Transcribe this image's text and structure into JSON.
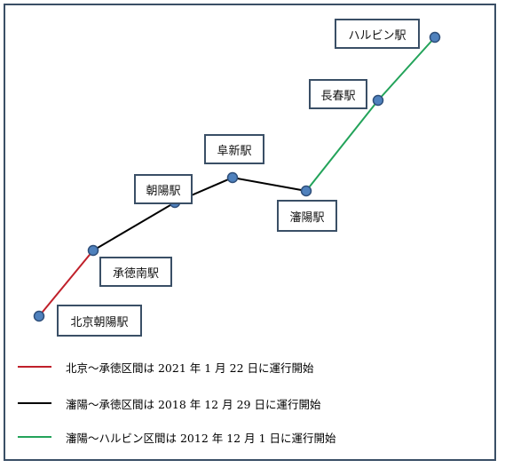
{
  "colors": {
    "frame": "#3a4f66",
    "node_fill": "#4f81bd",
    "node_stroke": "#2f4f7a",
    "red_line": "#c0202a",
    "black_line": "#000000",
    "green_line": "#23a35a"
  },
  "stations": [
    {
      "id": "beijing-chaoyang",
      "label": "北京朝陽駅"
    },
    {
      "id": "chengde-nan",
      "label": "承徳南駅"
    },
    {
      "id": "chaoyang",
      "label": "朝陽駅"
    },
    {
      "id": "fuxin",
      "label": "阜新駅"
    },
    {
      "id": "shenyang",
      "label": "瀋陽駅"
    },
    {
      "id": "changchun",
      "label": "長春駅"
    },
    {
      "id": "harbin",
      "label": "ハルビン駅"
    }
  ],
  "segments": [
    {
      "id": "beijing-chengde",
      "color": "red_line",
      "from": 0,
      "to": 1
    },
    {
      "id": "shenyang-chengde",
      "color": "black_line",
      "from": 1,
      "to": 4
    },
    {
      "id": "shenyang-harbin",
      "color": "green_line",
      "from": 4,
      "to": 6
    }
  ],
  "legend": [
    {
      "color": "red_line",
      "text": "北京～承徳区間は 2021 年 1 月 22 日に運行開始"
    },
    {
      "color": "black_line",
      "text": "瀋陽～承徳区間は 2018 年 12 月 29 日に運行開始"
    },
    {
      "color": "green_line",
      "text": "瀋陽～ハルビン区間は 2012 年 12 月 1 日に運行開始"
    }
  ]
}
